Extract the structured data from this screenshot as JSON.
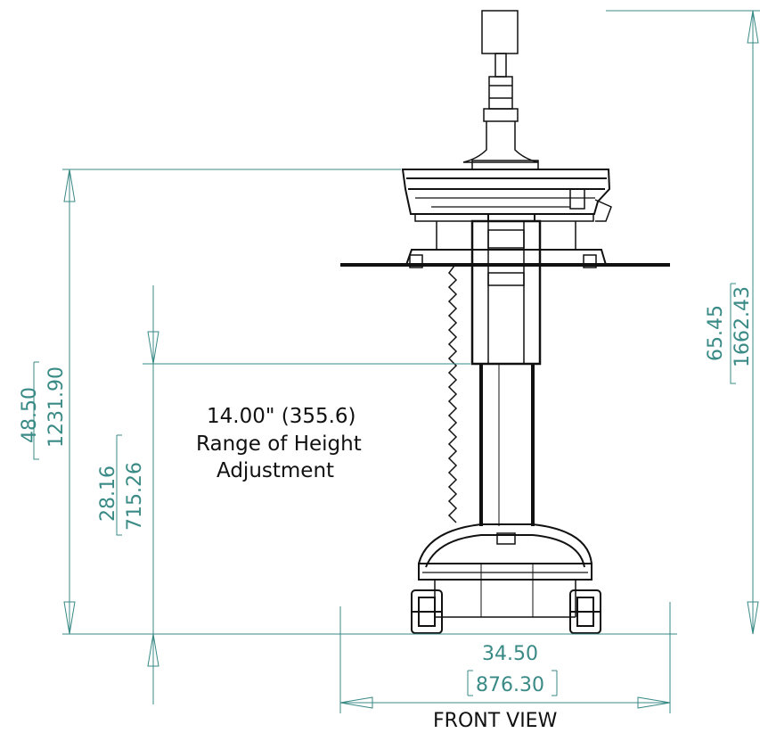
{
  "dimensions": {
    "overall_height": {
      "inches": "65.45",
      "mm": "1662.43"
    },
    "surface_height": {
      "inches": "48.50",
      "mm": "1231.90"
    },
    "min_height": {
      "inches": "28.16",
      "mm": "715.26"
    },
    "width": {
      "inches": "34.50",
      "mm": "876.30"
    }
  },
  "note": {
    "line1": "14.00\" (355.6)",
    "line2": "Range of Height",
    "line3": "Adjustment"
  },
  "view_label": "FRONT VIEW",
  "colors": {
    "dimension": "#3a8a86",
    "ink": "#111111"
  }
}
